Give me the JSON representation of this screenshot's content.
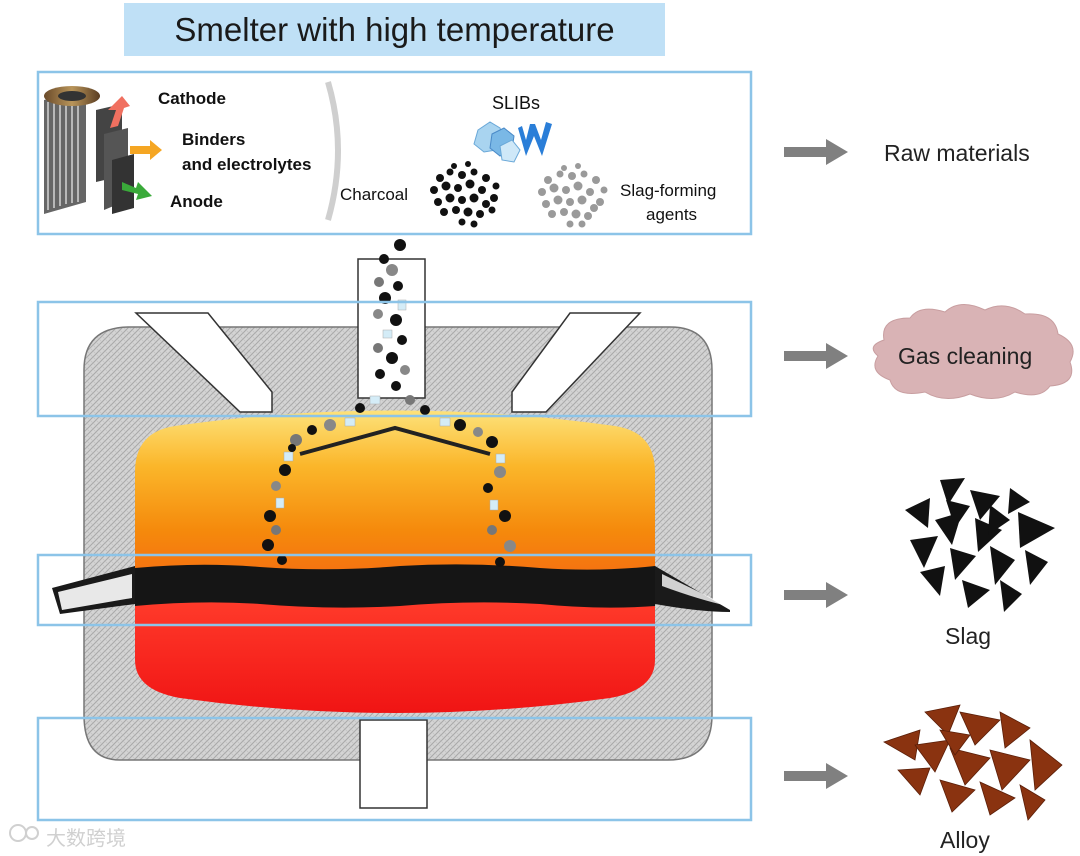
{
  "title": "Smelter with high temperature",
  "battery": {
    "cathode": "Cathode",
    "binders_line1": "Binders",
    "binders_line2": "and electrolytes",
    "anode": "Anode"
  },
  "materials": {
    "slibs": "SLIBs",
    "charcoal": "Charcoal",
    "slag_forming_line1": "Slag-forming",
    "slag_forming_line2": "agents"
  },
  "outputs": {
    "raw_materials": "Raw materials",
    "gas_cleaning": "Gas cleaning",
    "slag": "Slag",
    "alloy": "Alloy"
  },
  "watermark": "大数跨境",
  "colors": {
    "box_border": "#8cc4e8",
    "title_bg": "#bfe0f6",
    "arrow": "#808080",
    "furnace_wall": "#cfcfcf",
    "hot_zone_top": "#fcd96a",
    "hot_zone_bottom": "#ff2020",
    "slag_layer": "#151515",
    "cloud": "#d9b3b5",
    "alloy": "#8a3310"
  }
}
